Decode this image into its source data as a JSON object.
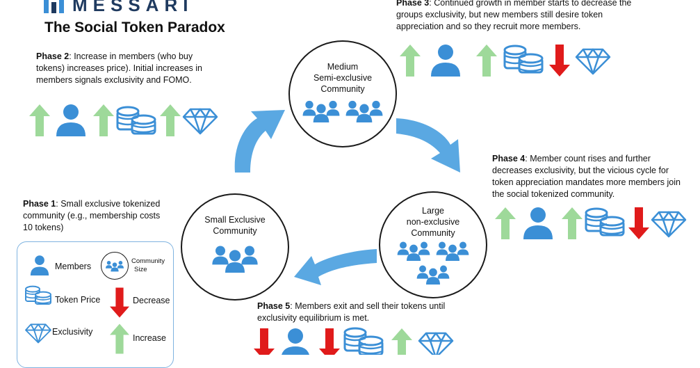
{
  "brand": {
    "name": "MESSARI"
  },
  "title": "The Social Token Paradox",
  "phases": {
    "p1": {
      "head": "Phase 1",
      "body": ": Small exclusive tokenized community (e.g., membership costs 10 tokens)"
    },
    "p2": {
      "head": "Phase 2",
      "body": ": Increase in members (who buy tokens) increases price). Initial increases in members signals exclusivity and FOMO."
    },
    "p3": {
      "head": "Phase 3",
      "body": ": Continued growth in member starts to decrease the groups exclusivity, but new members still desire token appreciation and so they recruit more members."
    },
    "p4": {
      "head": "Phase 4",
      "body": ": Member count rises and further decreases exclusivity, but the vicious cycle for token appreciation mandates more members join the social tokenized community."
    },
    "p5": {
      "head": "Phase 5",
      "body": ": Members exit and sell their tokens until exclusivity equilibrium is met."
    }
  },
  "circles": {
    "small": [
      "Small Exclusive",
      "Community"
    ],
    "medium": [
      "Medium",
      "Semi-exclusive",
      "Community"
    ],
    "large": [
      "Large",
      "non-exclusive",
      "Community"
    ]
  },
  "legend": {
    "members": "Members",
    "community": "Community",
    "size": "Size",
    "token_price": "Token Price",
    "decrease": "Decrease",
    "exclusivity": "Exclusivity",
    "increase": "Increase"
  },
  "colors": {
    "blue": "#3b8fd6",
    "green": "#9ed99a",
    "red": "#e01b1b",
    "arrow_blue": "#5aa8e2"
  },
  "icons": [
    "up-arrow-icon",
    "down-arrow-icon",
    "person-icon",
    "coins-icon",
    "diamond-icon",
    "group-icon"
  ]
}
